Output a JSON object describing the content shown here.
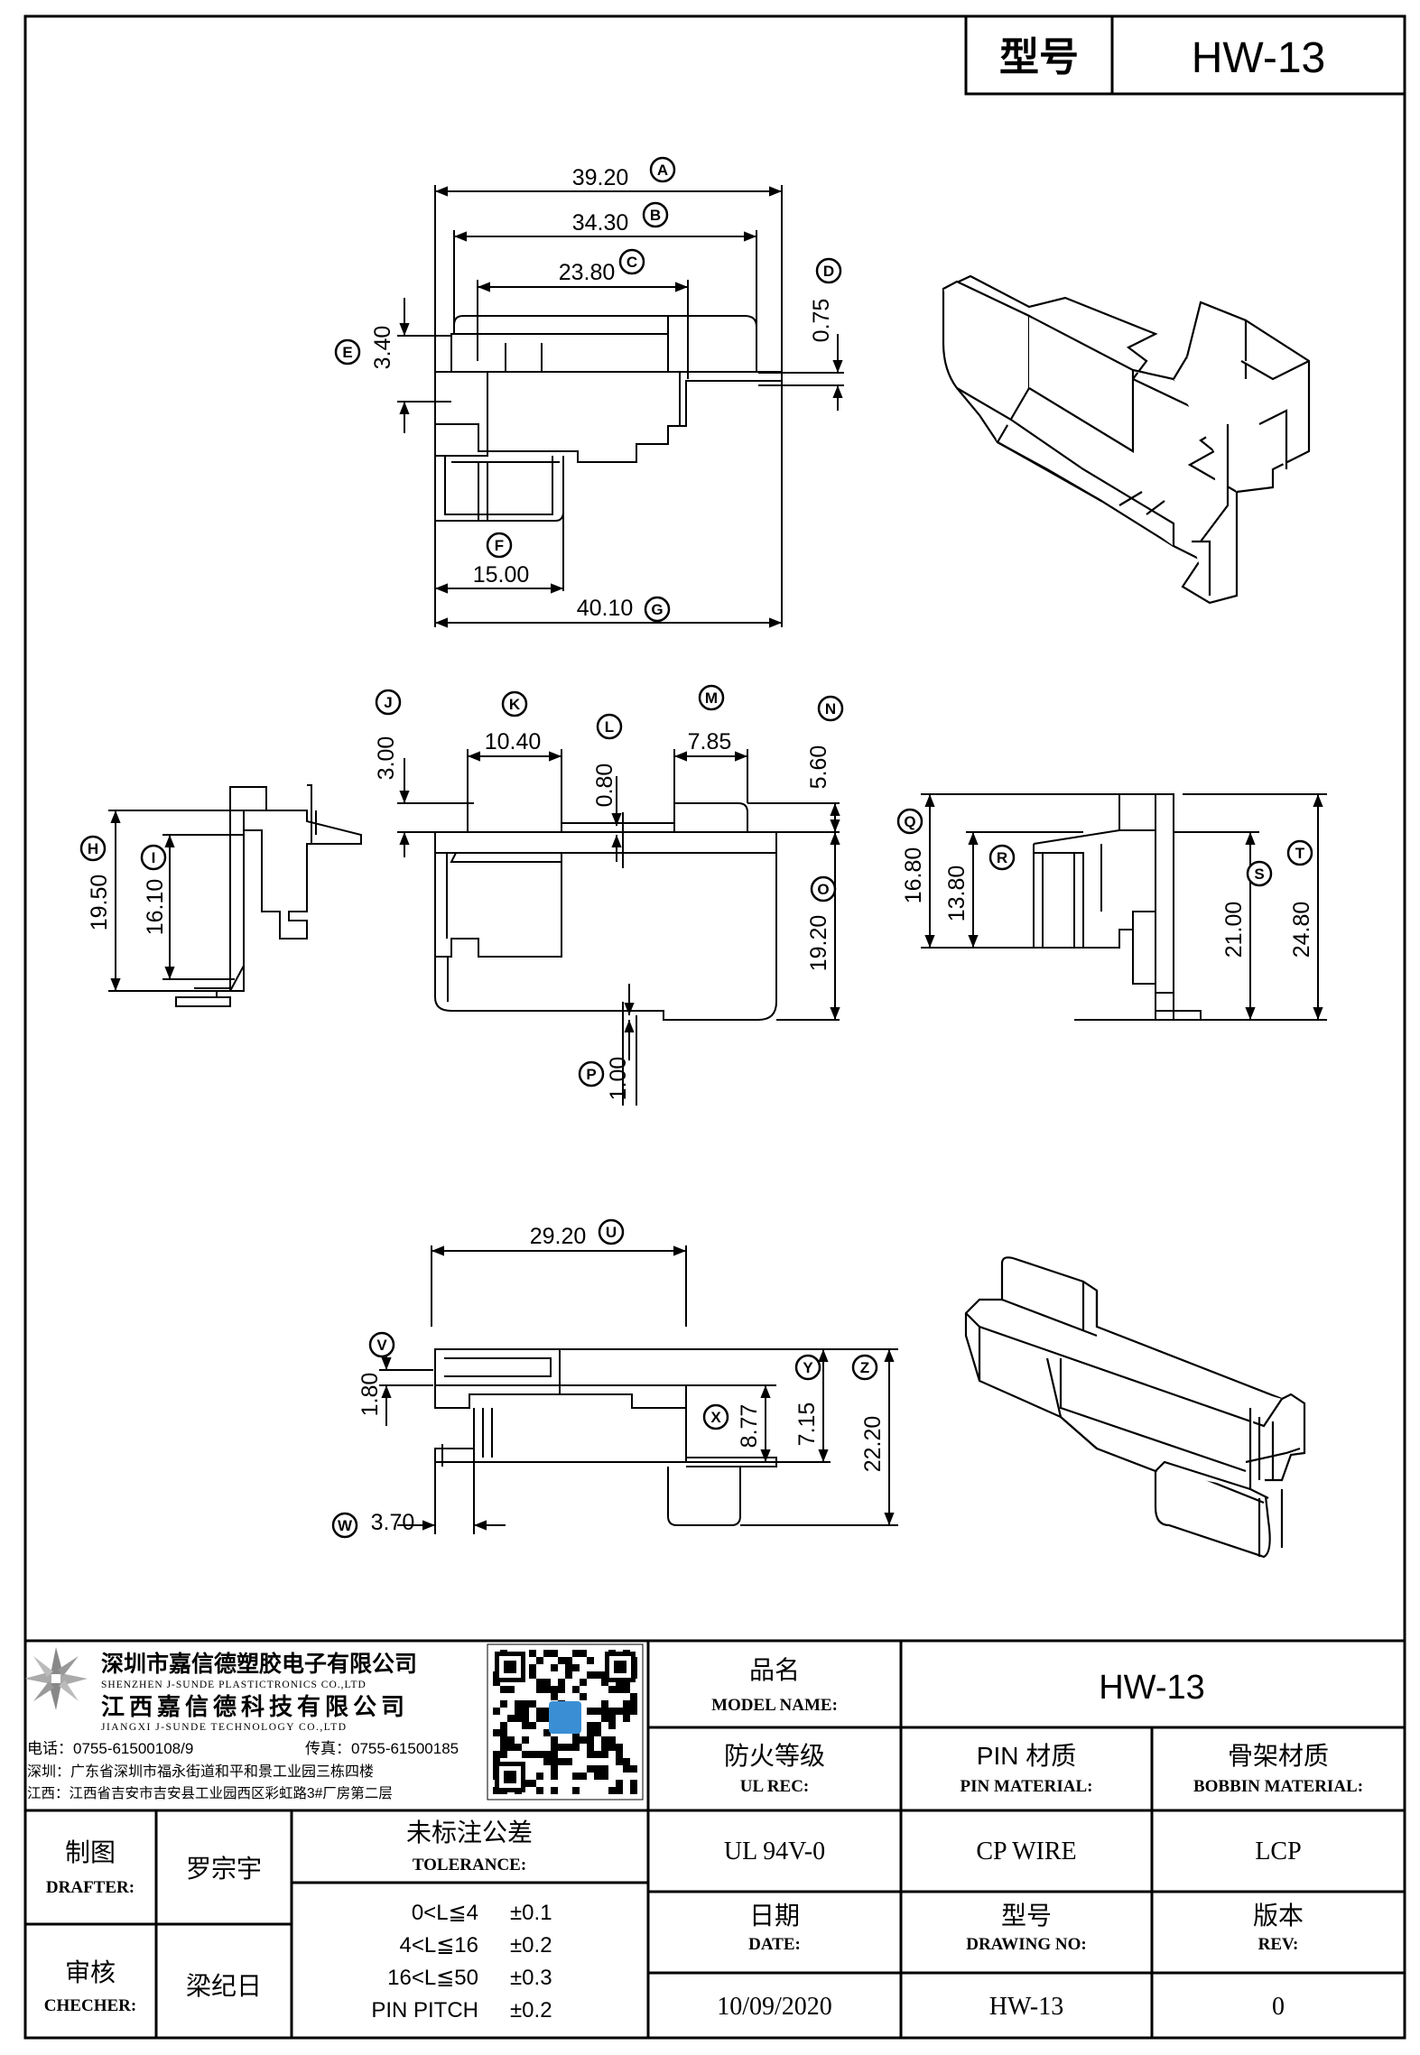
{
  "title_block_top": {
    "model_label": "型号",
    "model_value": "HW-13"
  },
  "views": {
    "top": {
      "dims": [
        {
          "letter": "A",
          "value": "39.20"
        },
        {
          "letter": "B",
          "value": "34.30"
        },
        {
          "letter": "C",
          "value": "23.80"
        },
        {
          "letter": "D",
          "value": "0.75"
        },
        {
          "letter": "E",
          "value": "3.40"
        },
        {
          "letter": "F",
          "value": "15.00"
        },
        {
          "letter": "G",
          "value": "40.10"
        }
      ]
    },
    "front": {
      "dims": [
        {
          "letter": "H",
          "value": "19.50"
        },
        {
          "letter": "I",
          "value": "16.10"
        },
        {
          "letter": "J",
          "value": "3.00"
        },
        {
          "letter": "K",
          "value": "10.40"
        },
        {
          "letter": "L",
          "value": "0.80"
        },
        {
          "letter": "M",
          "value": "7.85"
        },
        {
          "letter": "N",
          "value": "5.60"
        },
        {
          "letter": "O",
          "value": "19.20"
        },
        {
          "letter": "P",
          "value": "1.00"
        }
      ]
    },
    "side": {
      "dims": [
        {
          "letter": "Q",
          "value": "16.80"
        },
        {
          "letter": "R",
          "value": "13.80"
        },
        {
          "letter": "S",
          "value": "21.00"
        },
        {
          "letter": "T",
          "value": "24.80"
        }
      ]
    },
    "bottom": {
      "dims": [
        {
          "letter": "U",
          "value": "29.20"
        },
        {
          "letter": "V",
          "value": "1.80"
        },
        {
          "letter": "W",
          "value": "3.70"
        },
        {
          "letter": "X",
          "value": "8.77"
        },
        {
          "letter": "Y",
          "value": "7.15"
        },
        {
          "letter": "Z",
          "value": "22.20"
        }
      ]
    }
  },
  "company": {
    "name_cn": "深圳市嘉信德塑胶电子有限公司",
    "name_en": "SHENZHEN J-SUNDE PLASTICTRONICS CO.,LTD",
    "name2_cn": "江西嘉信德科技有限公司",
    "name2_en": "JIANGXI J-SUNDE TECHNOLOGY CO.,LTD",
    "phone": "电话：0755-61500108/9",
    "fax": "传真：0755-61500185",
    "addr_sz": "深圳：广东省深圳市福永街道和平和景工业园三栋四楼",
    "addr_jx": "江西：江西省吉安市吉安县工业园西区彩虹路3#厂房第二层"
  },
  "title_block": {
    "model_name_cn": "品名",
    "model_name_en": "MODEL NAME:",
    "model_name_value": "HW-13",
    "ul_cn": "防火等级",
    "ul_en": "UL REC:",
    "pin_cn": "PIN 材质",
    "pin_en": "PIN MATERIAL:",
    "bobbin_cn": "骨架材质",
    "bobbin_en": "BOBBIN MATERIAL:",
    "ul_value": "UL 94V-0",
    "pin_value": "CP WIRE",
    "bobbin_value": "LCP",
    "date_cn": "日期",
    "date_en": "DATE:",
    "dwg_cn": "型号",
    "dwg_en": "DRAWING NO:",
    "rev_cn": "版本",
    "rev_en": "REV:",
    "date_value": "10/09/2020",
    "dwg_value": "HW-13",
    "rev_value": "0",
    "drafter_cn": "制图",
    "drafter_en": "DRAFTER:",
    "drafter_name": "罗宗宇",
    "checker_cn": "审核",
    "checker_en": "CHECHER:",
    "checker_name": "梁纪日",
    "tolerance_cn": "未标注公差",
    "tolerance_en": "TOLERANCE:",
    "tolerances": [
      {
        "range": "0<L≦4",
        "value": "±0.1"
      },
      {
        "range": "4<L≦16",
        "value": "±0.2"
      },
      {
        "range": "16<L≦50",
        "value": "±0.3"
      },
      {
        "range": "PIN PITCH",
        "value": "±0.2"
      }
    ]
  }
}
